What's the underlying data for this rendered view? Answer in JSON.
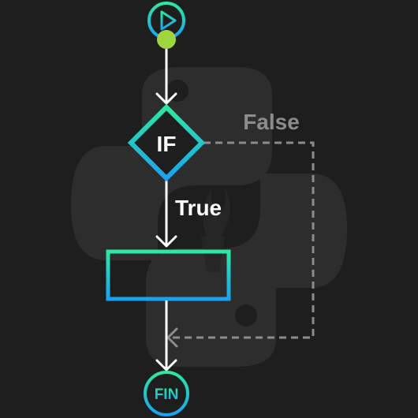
{
  "colors": {
    "background": "#1e1e1e",
    "watermark": "#2d2d2d",
    "gradient_top": "#2ee8a0",
    "gradient_bottom": "#1aa2f0",
    "flow_line": "#ffffff",
    "false_path": "#8c8c8c",
    "start_dot": "#9fd640"
  },
  "flow": {
    "start_icon": "play-icon",
    "decision_label": "IF",
    "true_label": "True",
    "false_label": "False",
    "end_label": "FIN"
  },
  "background": {
    "watermark_icon": "python-logo-icon"
  }
}
